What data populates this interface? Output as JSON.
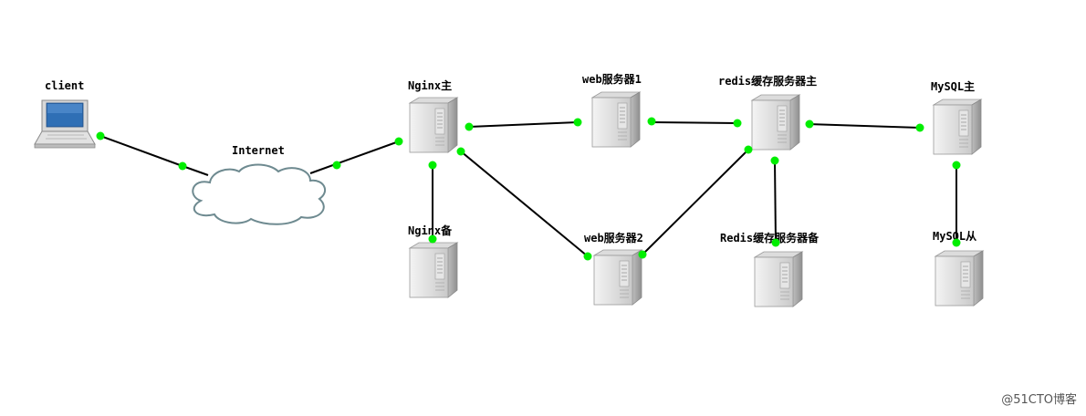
{
  "nodes": {
    "client": {
      "label": "client"
    },
    "internet": {
      "label": "Internet"
    },
    "nginx_master": {
      "label": "Nginx主"
    },
    "nginx_backup": {
      "label": "Nginx备"
    },
    "web1": {
      "label": "web服务器1"
    },
    "web2": {
      "label": "web服务器2"
    },
    "redis_master": {
      "label": "redis缓存服务器主"
    },
    "redis_backup": {
      "label": "Redis缓存服务器备"
    },
    "mysql_master": {
      "label": "MySQL主"
    },
    "mysql_slave": {
      "label": "MySQL从"
    }
  },
  "colors": {
    "connector": "#00ee00",
    "line": "#000000",
    "cloud_stroke": "#6e8a90"
  },
  "watermark": "@51CTO博客"
}
